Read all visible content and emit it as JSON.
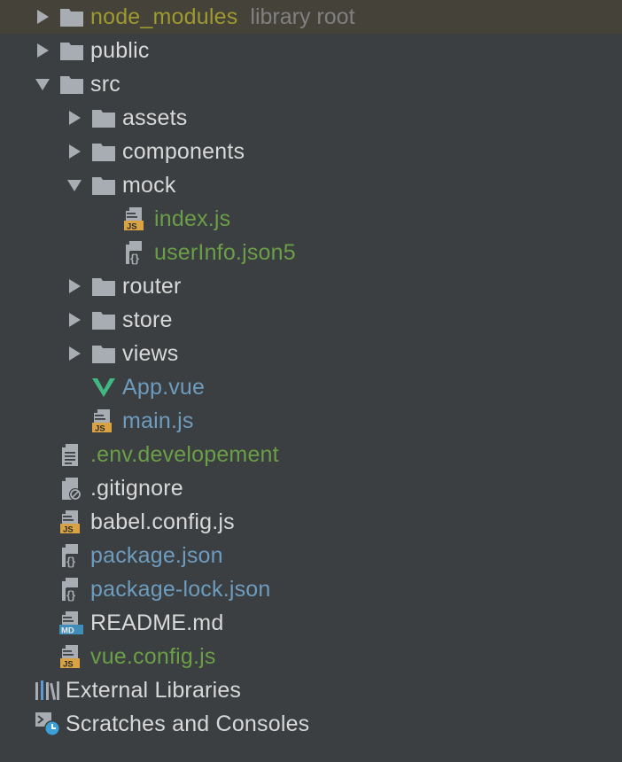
{
  "colors": {
    "normal": "#d8d8d8",
    "green": "#6a9e47",
    "blue": "#6d9cbe",
    "library": "#9e9a2f",
    "background": "#3c3f41"
  },
  "tree": [
    {
      "label": "node_modules",
      "suffix": "library root",
      "icon": "folder-icon",
      "arrow": "collapsed",
      "depth": 0,
      "color": "yellow",
      "library": true
    },
    {
      "label": "public",
      "icon": "folder-icon",
      "arrow": "collapsed",
      "depth": 0,
      "color": "normal"
    },
    {
      "label": "src",
      "icon": "folder-icon",
      "arrow": "expanded",
      "depth": 0,
      "color": "normal"
    },
    {
      "label": "assets",
      "icon": "folder-icon",
      "arrow": "collapsed",
      "depth": 1,
      "color": "normal"
    },
    {
      "label": "components",
      "icon": "folder-icon",
      "arrow": "collapsed",
      "depth": 1,
      "color": "normal"
    },
    {
      "label": "mock",
      "icon": "folder-icon",
      "arrow": "expanded",
      "depth": 1,
      "color": "normal"
    },
    {
      "label": "index.js",
      "icon": "js-file-icon",
      "arrow": "none",
      "depth": 2,
      "color": "green"
    },
    {
      "label": "userInfo.json5",
      "icon": "json-file-icon",
      "arrow": "none",
      "depth": 2,
      "color": "green"
    },
    {
      "label": "router",
      "icon": "folder-icon",
      "arrow": "collapsed",
      "depth": 1,
      "color": "normal"
    },
    {
      "label": "store",
      "icon": "folder-icon",
      "arrow": "collapsed",
      "depth": 1,
      "color": "normal"
    },
    {
      "label": "views",
      "icon": "folder-icon",
      "arrow": "collapsed",
      "depth": 1,
      "color": "normal"
    },
    {
      "label": "App.vue",
      "icon": "vue-file-icon",
      "arrow": "none",
      "depth": 1,
      "color": "blue"
    },
    {
      "label": "main.js",
      "icon": "js-file-icon",
      "arrow": "none",
      "depth": 1,
      "color": "blue"
    },
    {
      "label": ".env.developement",
      "icon": "text-file-icon",
      "arrow": "none",
      "depth": 0,
      "color": "green"
    },
    {
      "label": ".gitignore",
      "icon": "ignore-file-icon",
      "arrow": "none",
      "depth": 0,
      "color": "normal"
    },
    {
      "label": "babel.config.js",
      "icon": "js-file-icon",
      "arrow": "none",
      "depth": 0,
      "color": "normal"
    },
    {
      "label": "package.json",
      "icon": "json-file-icon",
      "arrow": "none",
      "depth": 0,
      "color": "blue"
    },
    {
      "label": "package-lock.json",
      "icon": "json-file-icon",
      "arrow": "none",
      "depth": 0,
      "color": "blue"
    },
    {
      "label": "README.md",
      "icon": "md-file-icon",
      "arrow": "none",
      "depth": 0,
      "color": "normal"
    },
    {
      "label": "vue.config.js",
      "icon": "js-file-icon",
      "arrow": "none",
      "depth": 0,
      "color": "green"
    },
    {
      "label": "External Libraries",
      "icon": "libraries-icon",
      "arrow": "none",
      "depth": -1,
      "color": "normal"
    },
    {
      "label": "Scratches and Consoles",
      "icon": "scratches-icon",
      "arrow": "none",
      "depth": -1,
      "color": "normal"
    }
  ]
}
